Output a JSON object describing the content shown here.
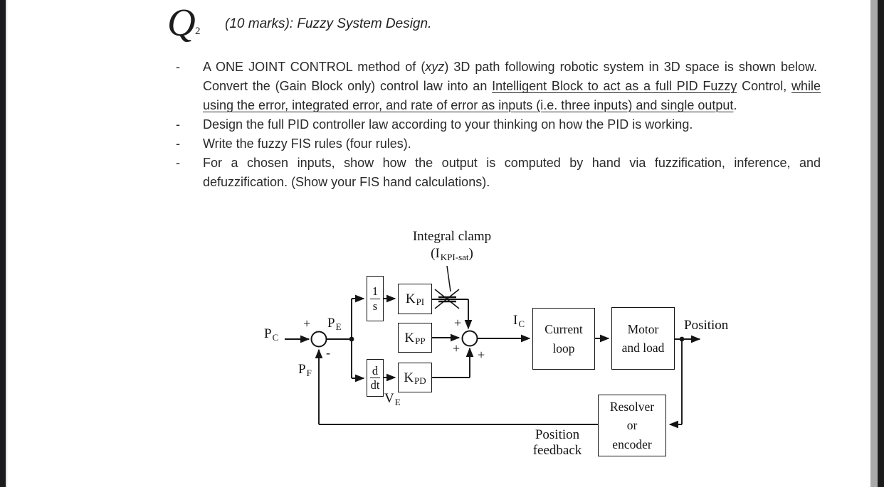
{
  "heading": {
    "q": "Q",
    "q_sub": "2",
    "title": "(10 marks): Fuzzy System Design."
  },
  "bullets": {
    "dash": "-",
    "b1": {
      "t1": "A ONE JOINT CONTROL method of (",
      "it": "xyz",
      "t2": ") 3D path following robotic system in 3D space is shown below.  Convert the (Gain Block only) control law into an ",
      "u1": "Intelligent Block to act as a full PID Fuzzy",
      "t3": " Control, ",
      "u2": "while using the error, integrated error, and rate of error as inputs (i.e. three inputs) and single output",
      "t4": "."
    },
    "b2": "Design the full PID controller law according to your thinking on how the PID is working.",
    "b3": "Write the fuzzy FIS rules (four rules).",
    "b4": "For a chosen inputs, show how the output is computed by hand via fuzzification, inference, and defuzzification. (Show your FIS hand calculations)."
  },
  "diagram": {
    "blocks": {
      "integrator_num": "1",
      "integrator_den": "s",
      "kpi_main": "K",
      "kpi_sub": "PI",
      "kpp_main": "K",
      "kpp_sub": "PP",
      "kpd_main": "K",
      "kpd_sub": "PD",
      "derivative_num": "d",
      "derivative_den": "dt",
      "current_loop": "Current\nloop",
      "motor_load": "Motor\nand load",
      "resolver": "Resolver\nor\nencoder"
    },
    "annotations": {
      "integral_clamp": "Integral clamp",
      "iclamp_open": "(I",
      "iclamp_sub": "KPI-sat",
      "iclamp_close": ")",
      "pc_main": "P",
      "pc_sub": "C",
      "pe_main": "P",
      "pe_sub": "E",
      "pf_main": "P",
      "pf_sub": "F",
      "ic_main": "I",
      "ic_sub": "C",
      "ve_main": "V",
      "ve_sub": "E",
      "plus": "+",
      "minus": "-",
      "position": "Position",
      "position_feedback": "Position\nfeedback"
    },
    "colors": {
      "line": "#141414"
    }
  },
  "chrome": {
    "scrollbar_color": "#a9a9a9",
    "edge_color": "#1a1a1c"
  }
}
